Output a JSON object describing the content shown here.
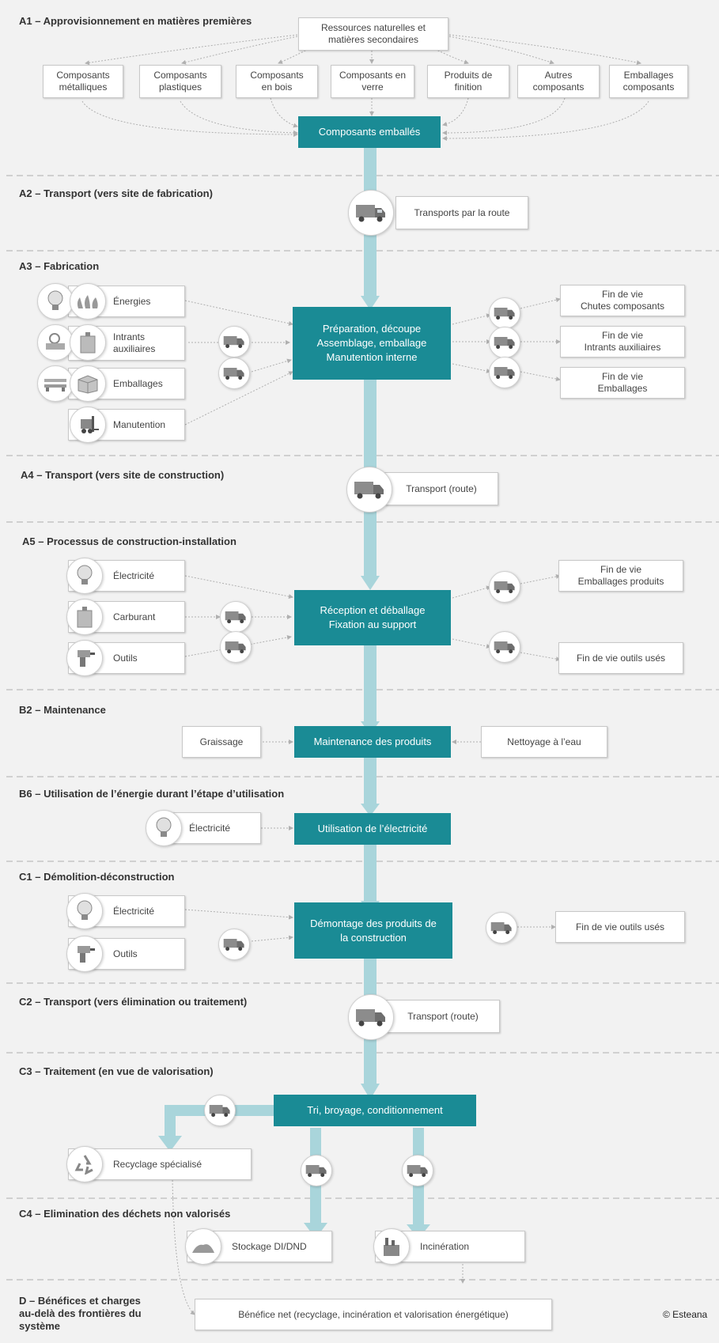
{
  "sections": {
    "a1": "A1 – Approvisionnement en matières premières",
    "a2": "A2 – Transport (vers site de fabrication)",
    "a3": "A3 – Fabrication",
    "a4": "A4 – Transport (vers site de construction)",
    "a5": "A5 – Processus de construction-installation",
    "b2": "B2 – Maintenance",
    "b6": "B6 – Utilisation de l’énergie durant l’étape d’utilisation",
    "c1": "C1 – Démolition-déconstruction",
    "c2": "C2 – Transport (vers élimination ou traitement)",
    "c3": "C3 – Traitement (en vue de valorisation)",
    "c4": "C4 – Elimination des déchets non valorisés",
    "d": "D – Bénéfices et charges\nau-delà des frontières du\nsystème"
  },
  "a1": {
    "source": "Ressources naturelles et\nmatières secondaires",
    "components": [
      "Composants\nmétalliques",
      "Composants\nplastiques",
      "Composants\nen bois",
      "Composants en\nverre",
      "Produits de\nfinition",
      "Autres\ncomposants",
      "Emballages\ncomposants"
    ],
    "output": "Composants emballés"
  },
  "a2": {
    "transport": "Transports par la route"
  },
  "a3": {
    "inputs": [
      "Énergies",
      "Intrants\nauxiliaires",
      "Emballages",
      "Manutention"
    ],
    "process": "Préparation, découpe\nAssemblage, emballage\nManutention interne",
    "outputs": [
      "Fin de vie\nChutes composants",
      "Fin de vie\nIntrants auxiliaires",
      "Fin de vie\nEmballages"
    ]
  },
  "a4": {
    "transport": "Transport (route)"
  },
  "a5": {
    "inputs": [
      "Électricité",
      "Carburant",
      "Outils"
    ],
    "process": "Réception et déballage\nFixation au support",
    "outputs": [
      "Fin de vie\nEmballages produits",
      "Fin de vie outils usés"
    ]
  },
  "b2": {
    "left": "Graissage",
    "process": "Maintenance des produits",
    "right": "Nettoyage à l’eau"
  },
  "b6": {
    "input": "Électricité",
    "process": "Utilisation de l’électricité"
  },
  "c1": {
    "inputs": [
      "Électricité",
      "Outils"
    ],
    "process": "Démontage des produits de\nla construction",
    "output": "Fin de vie outils usés"
  },
  "c2": {
    "transport": "Transport (route)"
  },
  "c3": {
    "process": "Tri, broyage, conditionnement",
    "recycle": "Recyclage spécialisé"
  },
  "c4": {
    "storage": "Stockage DI/DND",
    "incineration": "Incinération"
  },
  "d": {
    "benefit": "Bénéfice net (recyclage, incinération et valorisation énergétique)"
  },
  "copyright": "© Esteana",
  "colors": {
    "teal": "#1a8b95",
    "flow": "#a9d5db",
    "background": "#f2f2f2"
  },
  "icons": [
    "truck-icon",
    "bulb-icon",
    "flame-icon",
    "valve-icon",
    "canister-icon",
    "pallet-icon",
    "box-icon",
    "forklift-icon",
    "drill-icon",
    "recycle-icon",
    "rubble-icon",
    "factory-icon"
  ]
}
